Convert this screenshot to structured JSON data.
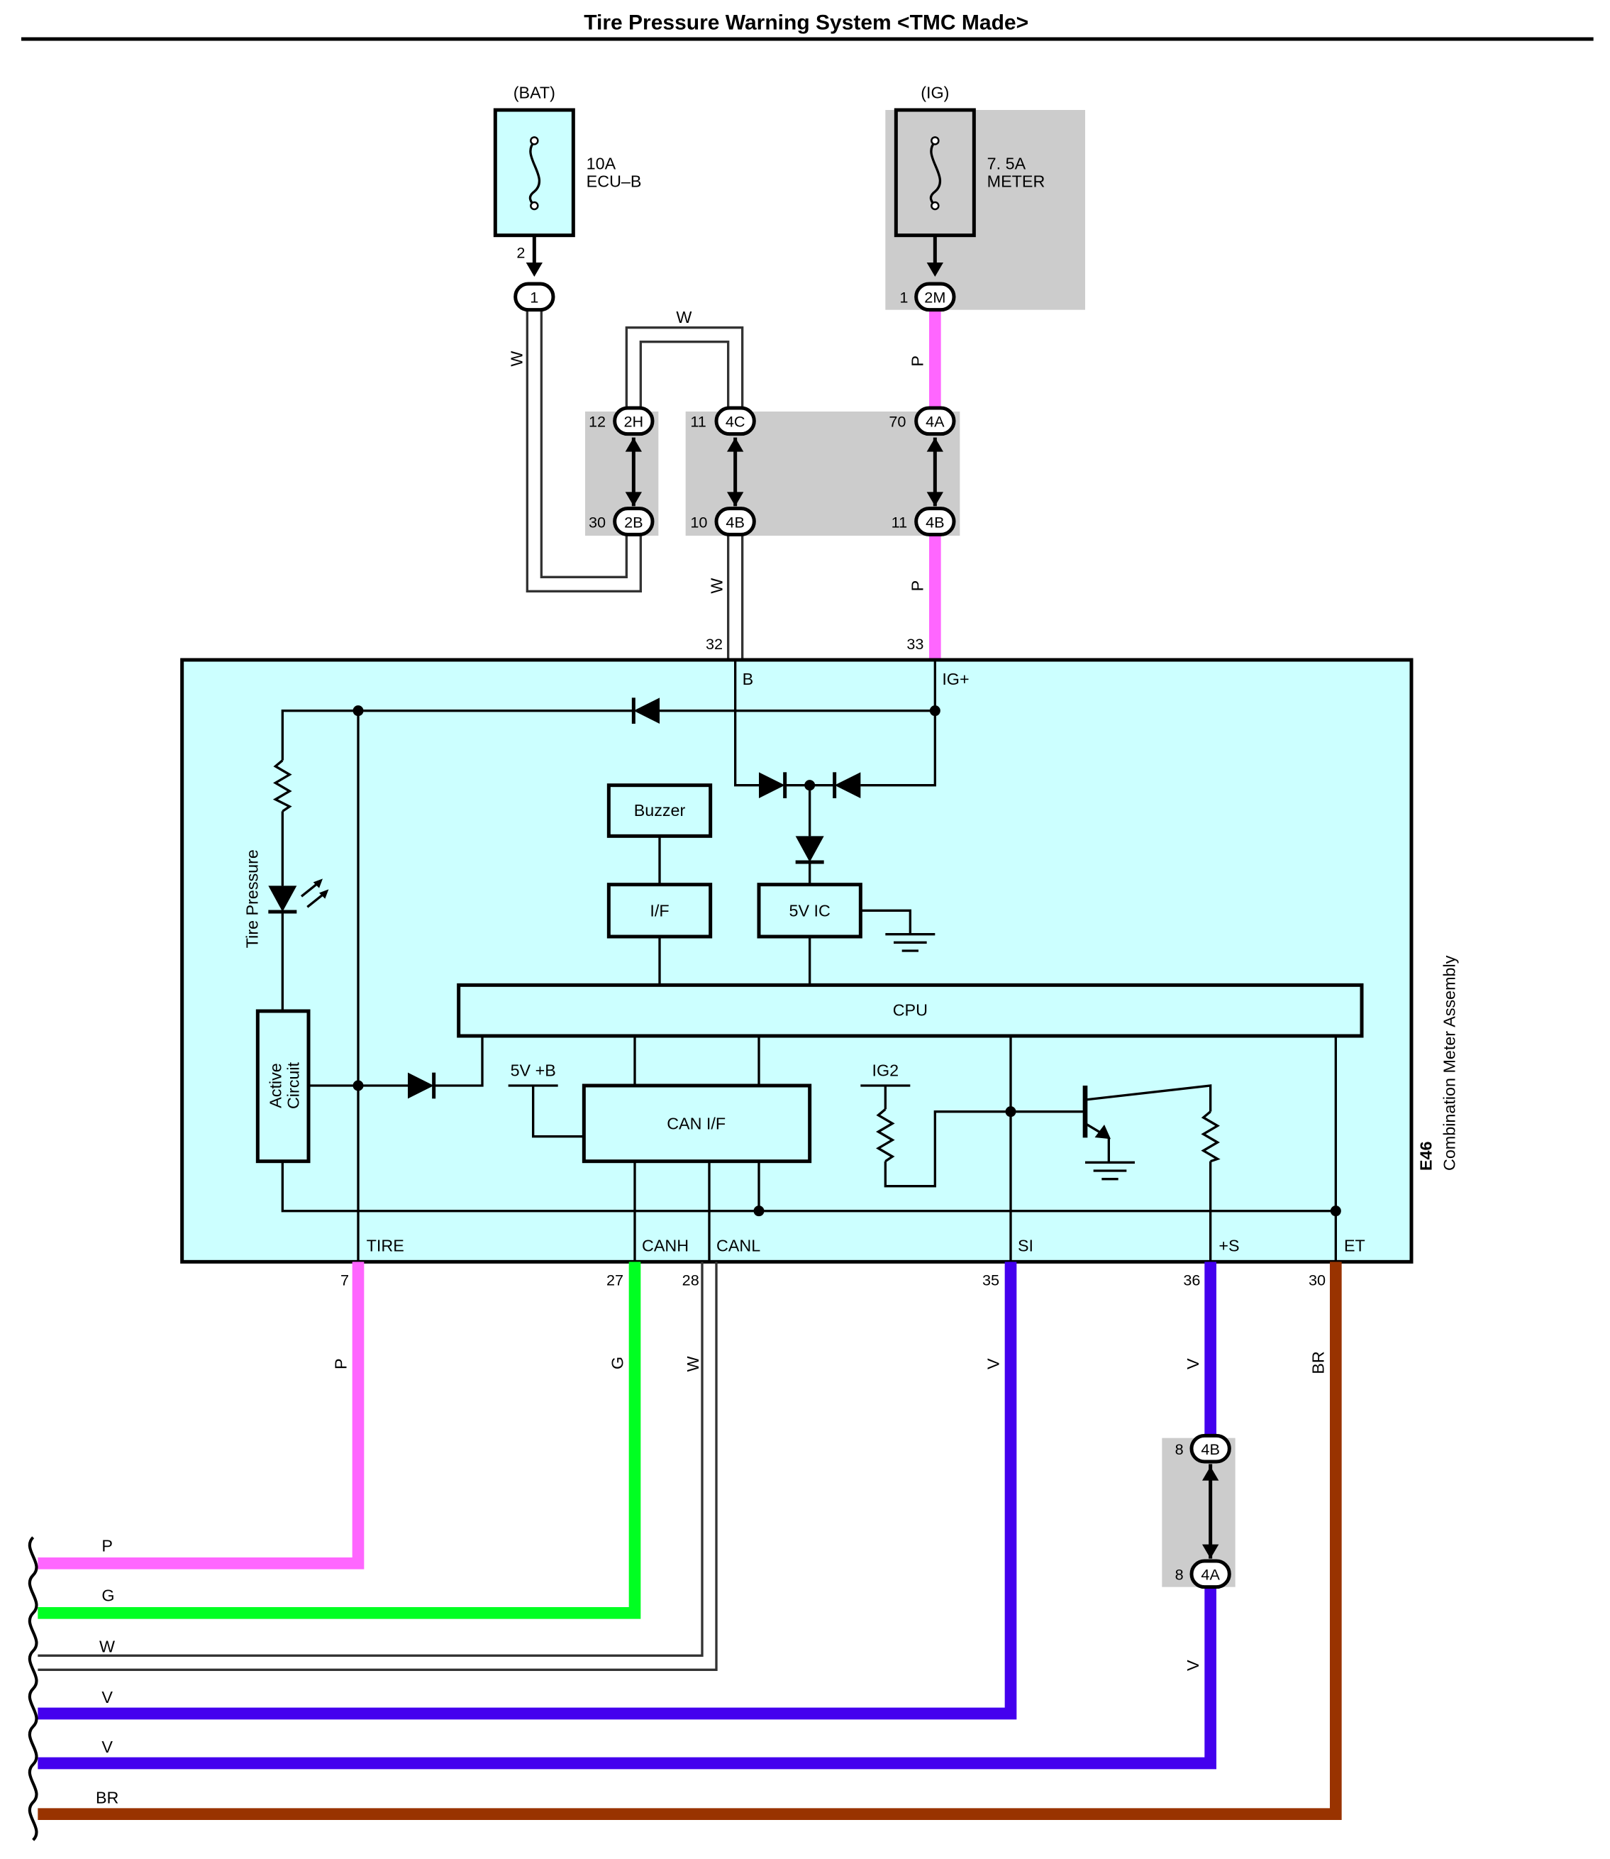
{
  "title": "Tire Pressure Warning System <TMC Made>",
  "fuses": {
    "bat": {
      "source": "(BAT)",
      "rating": "10A",
      "name": "ECU–B",
      "pin": "2"
    },
    "ig": {
      "source": "(IG)",
      "rating": "7. 5A",
      "name": "METER",
      "pin": "1"
    }
  },
  "connectors": {
    "c1": "1",
    "c2m": "2M",
    "c2h": "2H",
    "c2b": "2B",
    "c4c": "4C",
    "c4a_top": "4A",
    "c4b_left": "4B",
    "c4b_right": "4B",
    "c4b_low": "4B",
    "c4a_low": "4A"
  },
  "connector_pins": {
    "c2h": "12",
    "c2b": "30",
    "c4c": "11",
    "c4b_left": "10",
    "c4a_top": "70",
    "c4b_right": "11",
    "c4b_low": "8",
    "c4a_low": "8"
  },
  "component": {
    "code": "E46",
    "name": "Combination Meter Assembly",
    "pins_top": {
      "b_pin": "32",
      "b_label": "B",
      "ig_pin": "33",
      "ig_label": "IG+"
    },
    "pins_bottom": [
      {
        "pin": "7",
        "label": "TIRE"
      },
      {
        "pin": "27",
        "label": "CANH"
      },
      {
        "pin": "28",
        "label": "CANL"
      },
      {
        "pin": "35",
        "label": "SI"
      },
      {
        "pin": "36",
        "label": "+S"
      },
      {
        "pin": "30",
        "label": "ET"
      }
    ],
    "blocks": {
      "buzzer": "Buzzer",
      "if": "I/F",
      "ic5v": "5V IC",
      "cpu": "CPU",
      "can_if": "CAN I/F",
      "active_line1": "Active",
      "active_line2": "Circuit",
      "tire_pressure": "Tire Pressure",
      "v5b": "5V +B",
      "ig2": "IG2"
    }
  },
  "wire_labels": {
    "bat_w": "W",
    "loop_w": "W",
    "ig_p": "P",
    "mid_w": "W",
    "mid_p": "P",
    "tire_p": "P",
    "canh_g": "G",
    "canl_w": "W",
    "si_v": "V",
    "s_v": "V",
    "s_v2": "V",
    "et_br": "BR"
  },
  "bottom_wires": [
    "P",
    "G",
    "W",
    "V",
    "V",
    "BR"
  ],
  "colors": {
    "pink": "#ff66ff",
    "green": "#00ff22",
    "violet": "#4400ee",
    "brown": "#993300",
    "cyan": "#ccffff",
    "gray": "#cccccc"
  }
}
